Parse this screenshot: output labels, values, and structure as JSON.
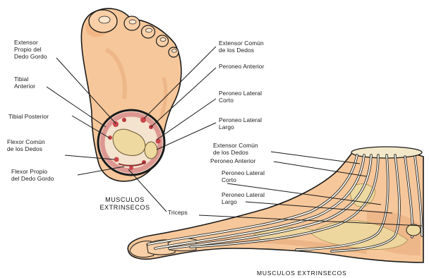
{
  "colors": {
    "skin": "#f6c79a",
    "skin_shadow": "#e4a476",
    "outline": "#1a1a1a",
    "bone": "#eed9a0",
    "tendon": "#f3f0e6",
    "muscle_red": "#c9464a"
  },
  "left_figure": {
    "labels": {
      "extensor_propio": "Extensor\nPropio del\nDedo Gordo",
      "tibial_anterior": "Tibial\nAnterior",
      "tibial_posterior": "Tibial Posterior",
      "flexor_comun": "Flexor Común\nde los Dedos",
      "flexor_propio": "Flexor Propio\ndel Dedo Gordo",
      "extensor_comun": "Extensor Común\nde los Dedos",
      "peroneo_anterior": "Peroneo Anterior",
      "peroneo_corto": "Peroneo Lateral\nCorto",
      "peroneo_largo": "Peroneo Lateral\nLargo",
      "triceps": "Triceps"
    },
    "caption": "MUSCULOS\nEXTRINSECOS"
  },
  "right_figure": {
    "labels": {
      "extensor_comun": "Extensor Común\nde los Dedos",
      "peroneo_anterior": "Peroneo Anterior",
      "peroneo_corto": "Peroneo Lateral\nCorto",
      "peroneo_largo": "Peroneo Lateral\nLargo"
    },
    "caption": "MUSCULOS EXTRINSECOS"
  }
}
